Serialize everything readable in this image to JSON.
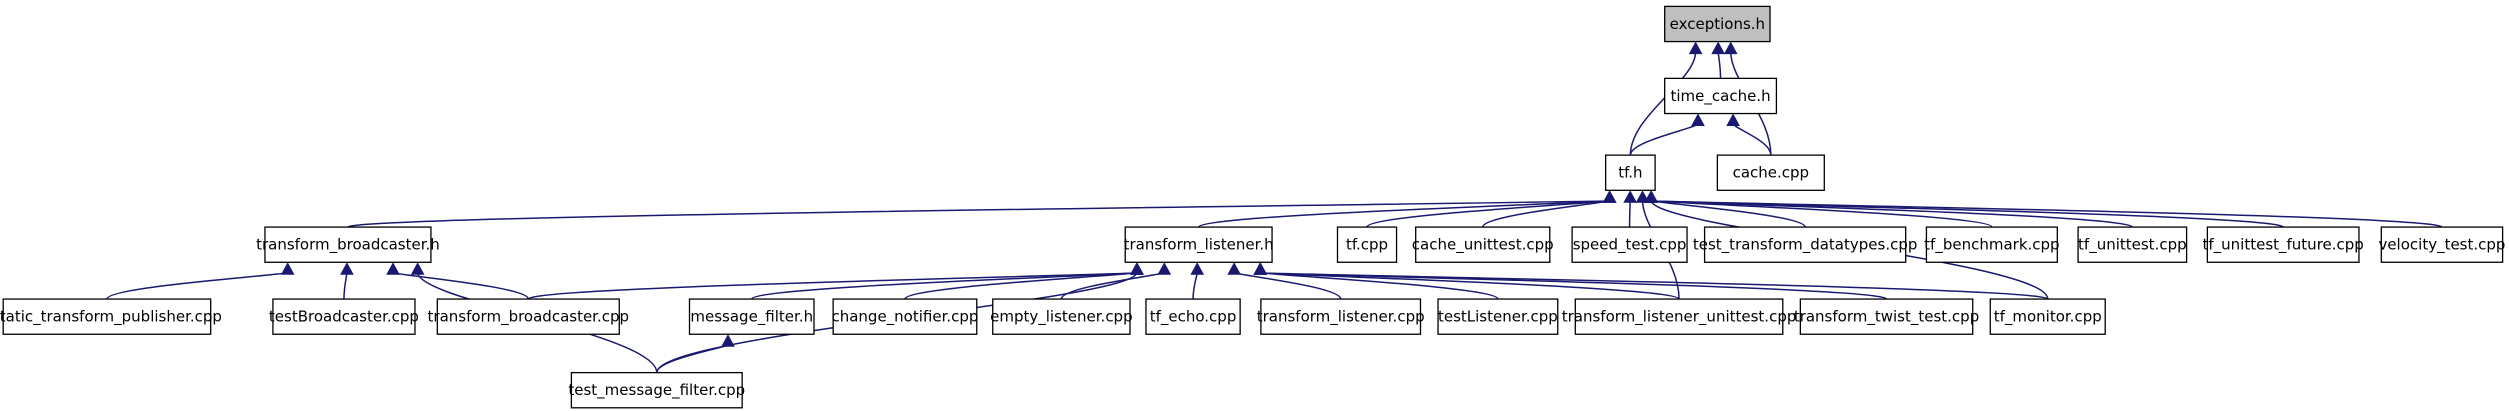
{
  "graph": {
    "focus": "exceptions.h",
    "colors": {
      "edge": "#191970",
      "focus_fill": "#bfbfbf",
      "node_fill": "#ffffff",
      "border": "#000000"
    },
    "nodes": [
      {
        "id": "exceptions_h",
        "label": "exceptions.h"
      },
      {
        "id": "time_cache_h",
        "label": "time_cache.h"
      },
      {
        "id": "tf_h",
        "label": "tf.h"
      },
      {
        "id": "cache_cpp",
        "label": "cache.cpp"
      },
      {
        "id": "transform_broadcaster_h",
        "label": "transform_broadcaster.h"
      },
      {
        "id": "transform_listener_h",
        "label": "transform_listener.h"
      },
      {
        "id": "tf_cpp",
        "label": "tf.cpp"
      },
      {
        "id": "cache_unittest_cpp",
        "label": "cache_unittest.cpp"
      },
      {
        "id": "speed_test_cpp",
        "label": "speed_test.cpp"
      },
      {
        "id": "test_transform_datatypes_cpp",
        "label": "test_transform_datatypes.cpp"
      },
      {
        "id": "tf_benchmark_cpp",
        "label": "tf_benchmark.cpp"
      },
      {
        "id": "tf_unittest_cpp",
        "label": "tf_unittest.cpp"
      },
      {
        "id": "tf_unittest_future_cpp",
        "label": "tf_unittest_future.cpp"
      },
      {
        "id": "velocity_test_cpp",
        "label": "velocity_test.cpp"
      },
      {
        "id": "static_transform_publisher_cpp",
        "label": "static_transform_publisher.cpp"
      },
      {
        "id": "testBroadcaster_cpp",
        "label": "testBroadcaster.cpp"
      },
      {
        "id": "transform_broadcaster_cpp",
        "label": "transform_broadcaster.cpp"
      },
      {
        "id": "message_filter_h",
        "label": "message_filter.h"
      },
      {
        "id": "change_notifier_cpp",
        "label": "change_notifier.cpp"
      },
      {
        "id": "empty_listener_cpp",
        "label": "empty_listener.cpp"
      },
      {
        "id": "tf_echo_cpp",
        "label": "tf_echo.cpp"
      },
      {
        "id": "transform_listener_cpp",
        "label": "transform_listener.cpp"
      },
      {
        "id": "testListener_cpp",
        "label": "testListener.cpp"
      },
      {
        "id": "transform_listener_unittest_cpp",
        "label": "transform_listener_unittest.cpp"
      },
      {
        "id": "transform_twist_test_cpp",
        "label": "transform_twist_test.cpp"
      },
      {
        "id": "tf_monitor_cpp",
        "label": "tf_monitor.cpp"
      },
      {
        "id": "test_message_filter_cpp",
        "label": "test_message_filter.cpp"
      }
    ],
    "edges": [
      [
        "time_cache_h",
        "exceptions_h"
      ],
      [
        "tf_h",
        "exceptions_h"
      ],
      [
        "cache_cpp",
        "exceptions_h"
      ],
      [
        "tf_h",
        "time_cache_h"
      ],
      [
        "cache_cpp",
        "time_cache_h"
      ],
      [
        "transform_broadcaster_h",
        "tf_h"
      ],
      [
        "transform_listener_h",
        "tf_h"
      ],
      [
        "tf_cpp",
        "tf_h"
      ],
      [
        "cache_unittest_cpp",
        "tf_h"
      ],
      [
        "speed_test_cpp",
        "tf_h"
      ],
      [
        "test_transform_datatypes_cpp",
        "tf_h"
      ],
      [
        "tf_benchmark_cpp",
        "tf_h"
      ],
      [
        "tf_unittest_cpp",
        "tf_h"
      ],
      [
        "tf_unittest_future_cpp",
        "tf_h"
      ],
      [
        "velocity_test_cpp",
        "tf_h"
      ],
      [
        "transform_listener_unittest_cpp",
        "tf_h"
      ],
      [
        "tf_monitor_cpp",
        "tf_h"
      ],
      [
        "static_transform_publisher_cpp",
        "transform_broadcaster_h"
      ],
      [
        "testBroadcaster_cpp",
        "transform_broadcaster_h"
      ],
      [
        "transform_broadcaster_cpp",
        "transform_broadcaster_h"
      ],
      [
        "test_message_filter_cpp",
        "transform_broadcaster_h"
      ],
      [
        "transform_broadcaster_cpp",
        "transform_listener_h"
      ],
      [
        "message_filter_h",
        "transform_listener_h"
      ],
      [
        "change_notifier_cpp",
        "transform_listener_h"
      ],
      [
        "empty_listener_cpp",
        "transform_listener_h"
      ],
      [
        "tf_echo_cpp",
        "transform_listener_h"
      ],
      [
        "transform_listener_cpp",
        "transform_listener_h"
      ],
      [
        "testListener_cpp",
        "transform_listener_h"
      ],
      [
        "transform_listener_unittest_cpp",
        "transform_listener_h"
      ],
      [
        "transform_twist_test_cpp",
        "transform_listener_h"
      ],
      [
        "tf_monitor_cpp",
        "transform_listener_h"
      ],
      [
        "test_message_filter_cpp",
        "transform_listener_h"
      ],
      [
        "test_message_filter_cpp",
        "message_filter_h"
      ]
    ]
  }
}
